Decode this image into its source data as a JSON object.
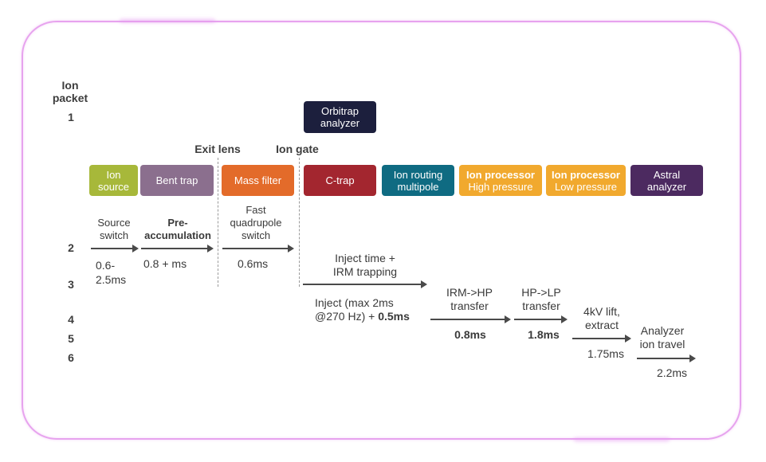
{
  "colors": {
    "frame": "#e7a3ee",
    "ion_source": "#a7b83a",
    "bent_trap": "#8b6f8e",
    "mass_filter": "#e36b2a",
    "c_trap": "#a3262f",
    "ion_routing": "#0f6b82",
    "ion_processor": "#f1a92e",
    "astral": "#4c2a60",
    "orbitrap": "#1c1f3d"
  },
  "packet_header": {
    "line1": "Ion",
    "line2": "packet"
  },
  "packet_numbers": [
    "1",
    "2",
    "3",
    "4",
    "5",
    "6"
  ],
  "lens_labels": {
    "exit_lens": "Exit lens",
    "ion_gate": "Ion gate"
  },
  "orbitrap": {
    "line1": "Orbitrap",
    "line2": "analyzer"
  },
  "components": {
    "ion_source": {
      "line1": "Ion",
      "line2": "source"
    },
    "bent_trap": {
      "line1": "Bent trap"
    },
    "mass_filter": {
      "line1": "Mass filter"
    },
    "c_trap": {
      "line1": "C-trap"
    },
    "ion_routing": {
      "line1": "Ion routing",
      "line2": "multipole"
    },
    "ion_processor_high": {
      "line1": "Ion processor",
      "line2": "High pressure"
    },
    "ion_processor_low": {
      "line1": "Ion processor",
      "line2": "Low pressure"
    },
    "astral": {
      "line1": "Astral",
      "line2": "analyzer"
    }
  },
  "steps": {
    "source_switch": {
      "label1": "Source",
      "label2": "switch",
      "time1": "0.6-",
      "time2": "2.5ms"
    },
    "preaccumulation": {
      "label1": "Pre-",
      "label2": "accumulation",
      "time": "0.8 + ms"
    },
    "quadrupole": {
      "label1": "Fast",
      "label2": "quadrupole",
      "label3": "switch",
      "time": "0.6ms"
    },
    "inject": {
      "label1": "Inject time +",
      "label2": "IRM trapping",
      "time1": "Inject (max 2ms",
      "time2a": "@270 Hz) + ",
      "time2b": "0.5ms"
    },
    "irm_hp": {
      "label1": "IRM->HP",
      "label2": "transfer",
      "time": "0.8ms"
    },
    "hp_lp": {
      "label1": "HP->LP",
      "label2": "transfer",
      "time": "1.8ms"
    },
    "lift": {
      "label1": "4kV lift,",
      "label2": "extract",
      "time": "1.75ms"
    },
    "analyzer": {
      "label1": "Analyzer",
      "label2": "ion travel",
      "time": "2.2ms"
    }
  }
}
